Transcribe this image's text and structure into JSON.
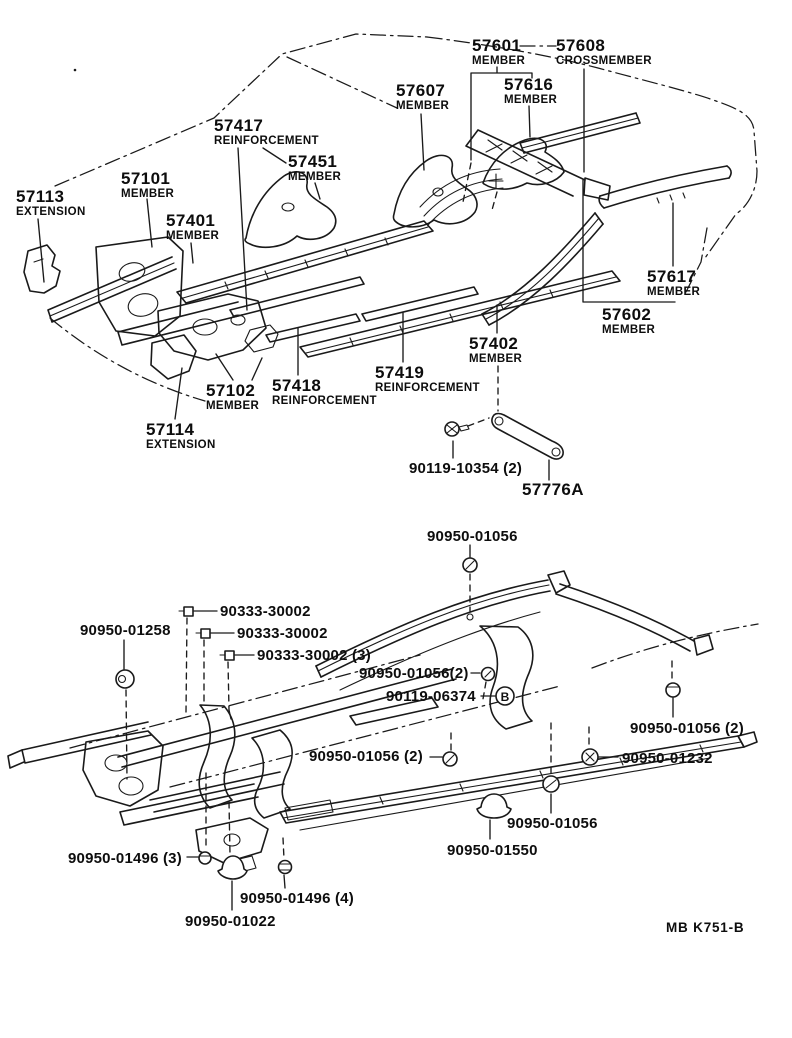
{
  "page": {
    "background": "#ffffff",
    "ink": "#1a1a1a"
  },
  "upper_diagram": {
    "labels": [
      {
        "number": "57601",
        "desc": "MEMBER"
      },
      {
        "number": "57608",
        "desc": "CROSSMEMBER"
      },
      {
        "number": "57607",
        "desc": "MEMBER"
      },
      {
        "number": "57616",
        "desc": "MEMBER"
      },
      {
        "number": "57417",
        "desc": "REINFORCEMENT"
      },
      {
        "number": "57451",
        "desc": "MEMBER"
      },
      {
        "number": "57113",
        "desc": "EXTENSION"
      },
      {
        "number": "57101",
        "desc": "MEMBER"
      },
      {
        "number": "57401",
        "desc": "MEMBER"
      },
      {
        "number": "57617",
        "desc": "MEMBER"
      },
      {
        "number": "57602",
        "desc": "MEMBER"
      },
      {
        "number": "57402",
        "desc": "MEMBER"
      },
      {
        "number": "57419",
        "desc": "REINFORCEMENT"
      },
      {
        "number": "57418",
        "desc": "REINFORCEMENT"
      },
      {
        "number": "57102",
        "desc": "MEMBER"
      },
      {
        "number": "57114",
        "desc": "EXTENSION"
      },
      {
        "number": "90119-10354 (2)"
      },
      {
        "number": "57776A"
      }
    ]
  },
  "lower_diagram": {
    "labels": [
      {
        "number": "90950-01056"
      },
      {
        "number": "90333-30002"
      },
      {
        "number": "90333-30002"
      },
      {
        "number": "90333-30002 (3)"
      },
      {
        "number": "90950-01258"
      },
      {
        "number": "90950-01056(2)"
      },
      {
        "number": "90119-06374"
      },
      {
        "number": "90950-01056 (2)"
      },
      {
        "number": "90950-01056 (2)"
      },
      {
        "number": "90950-01232"
      },
      {
        "number": "90950-01056"
      },
      {
        "number": "90950-01550"
      },
      {
        "number": "90950-01496 (3)"
      },
      {
        "number": "90950-01022"
      },
      {
        "number": "90950-01496 (4)"
      }
    ],
    "callout_b": "B"
  },
  "footer": {
    "code": "MB K751-B"
  }
}
